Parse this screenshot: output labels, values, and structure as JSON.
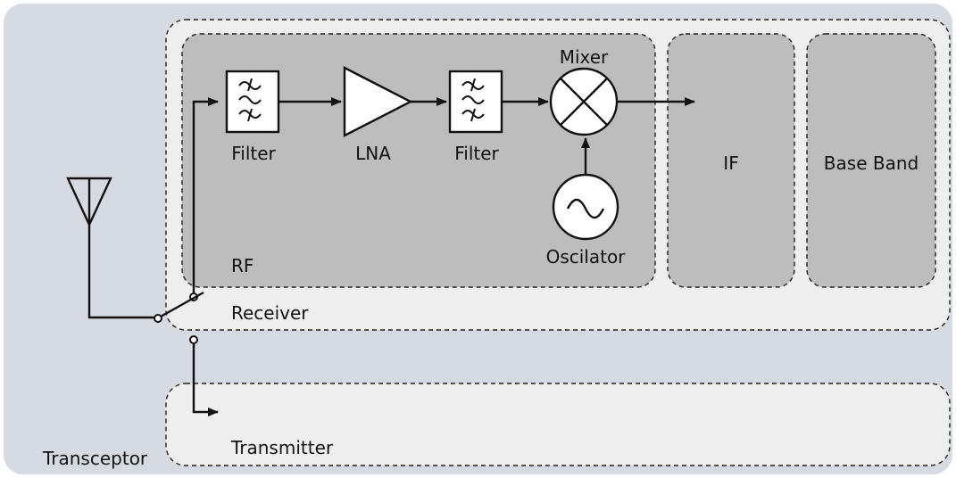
{
  "labels": {
    "transceiver": "Transceptor",
    "receiver": "Receiver",
    "transmitter": "Transmitter",
    "rf": "RF",
    "if": "IF",
    "baseband": "Base Band",
    "filter1": "Filter",
    "lna": "LNA",
    "filter2": "Filter",
    "mixer": "Mixer",
    "oscillator": "Oscilator"
  },
  "colors": {
    "outer_bg": "#d6dbe1",
    "panel_bg": "#efefef",
    "block_bg": "#bdbdbd",
    "stroke": "#111111"
  }
}
